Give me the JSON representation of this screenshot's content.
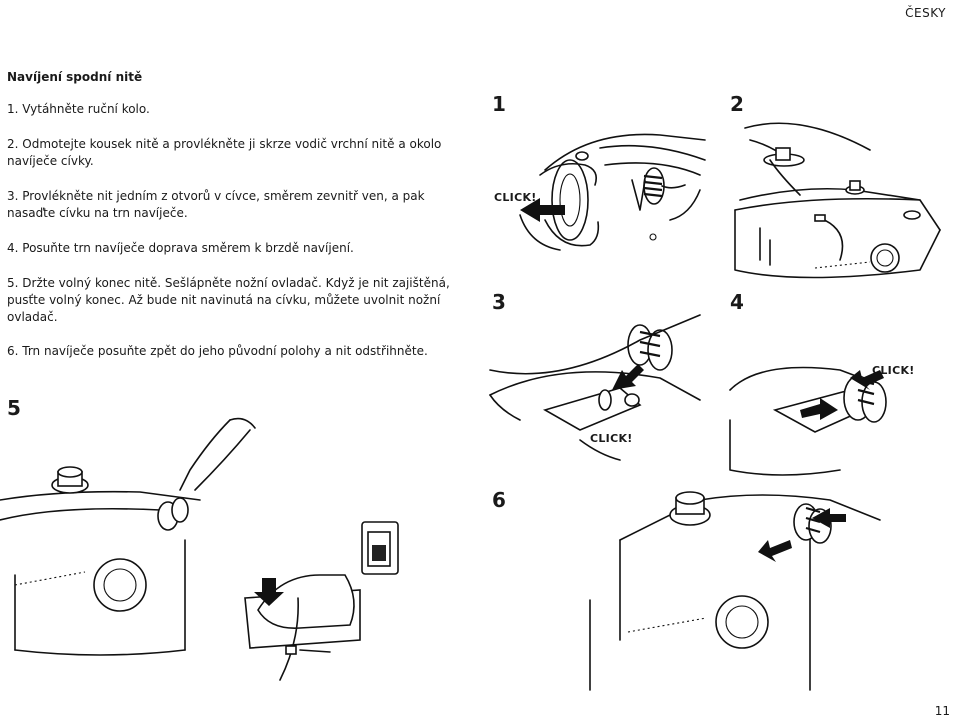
{
  "header": {
    "language": "ČESKY"
  },
  "title": "Navíjení spodní nitě",
  "steps": [
    "1. Vytáhněte ruční kolo.",
    "2. Odmotejte kousek nitě a provlékněte ji skrze vodič vrchní nitě a okolo navíječe cívky.",
    "3. Provlékněte nit jedním z otvorů v cívce, směrem zevnitř ven, a pak nasaďte cívku na trn navíječe.",
    "4. Posuňte trn navíječe doprava směrem k brzdě navíjení.",
    "5. Držte volný konec nitě. Sešlápněte nožní ovladač. Když je nit zajištěná, pusťte volný konec. Až bude nit navinutá na cívku, můžete uvolnit nožní ovladač.",
    "6. Trn navíječe posuňte zpět do jeho původní polohy a nit odstřihněte."
  ],
  "figures": {
    "n1": "1",
    "n2": "2",
    "n3": "3",
    "n4": "4",
    "n5": "5",
    "n6": "6",
    "click1": "CLICK!",
    "click3": "CLICK!",
    "click4": "CLICK!"
  },
  "footer": {
    "page_number": "11"
  }
}
